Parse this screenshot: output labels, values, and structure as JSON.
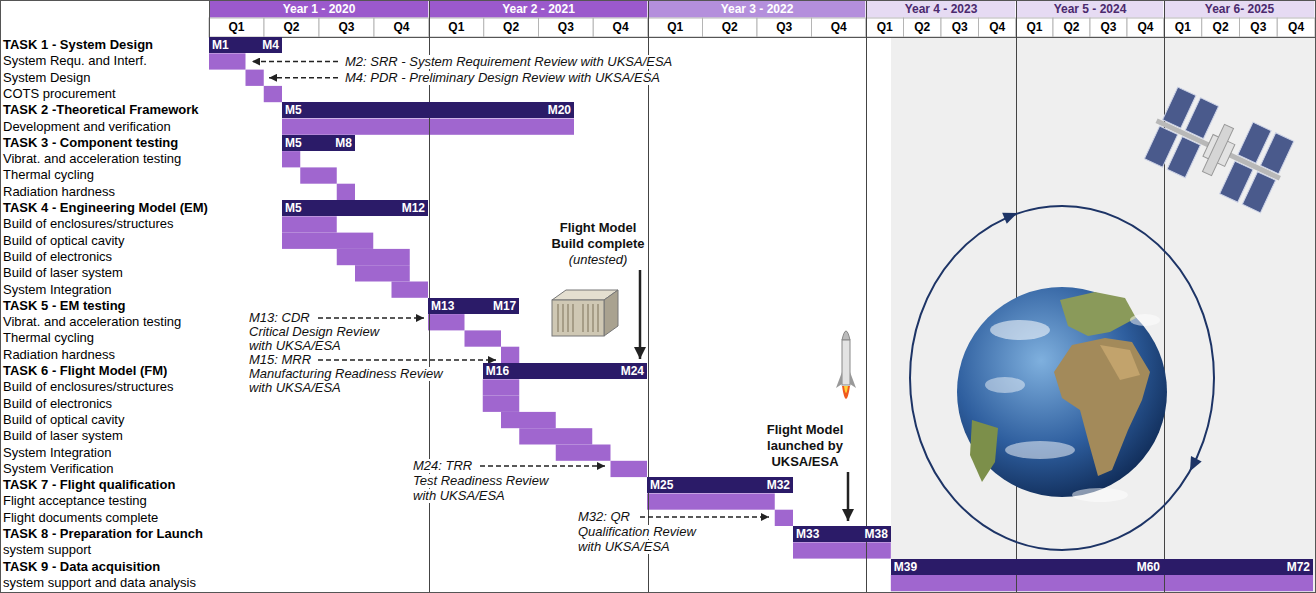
{
  "diagram": {
    "nodes": [
      {
        "text": [
          "M1",
          "M4"
        ]
      },
      {
        "text": [
          "M5",
          "M20"
        ]
      },
      {
        "text": [
          "M5",
          "M8"
        ]
      },
      {
        "text": [
          "M5",
          "M12"
        ]
      },
      {
        "text": [
          "M13",
          "M17"
        ]
      },
      {
        "text": [
          "M16",
          "M24"
        ]
      },
      {
        "text": [
          "M25",
          "M32"
        ]
      },
      {
        "text": [
          "M33",
          "M38"
        ]
      },
      {
        "text": [
          "M39",
          "M60",
          "M72"
        ]
      }
    ],
    "labels": [
      "Year 1 - 2020",
      "Year 2 - 2021",
      "Year 3 - 2022",
      "Year 4 - 2023",
      "Year 5 - 2024",
      "Year 6- 2025",
      "Q1",
      "Q2",
      "Q3",
      "Q4",
      "Q1",
      "Q2",
      "Q3",
      "Q4",
      "Q1",
      "Q2",
      "Q3",
      "Q4",
      "Q1",
      "Q2",
      "Q3",
      "Q4",
      "Q1",
      "Q2",
      "Q3",
      "Q4",
      "Q1",
      "Q2",
      "Q3",
      "Q4",
      "TASK 1 - System Design",
      "System Requ. and Interf.",
      "System Design",
      "COTS procurement",
      "TASK 2 -Theoretical Framework",
      "Development and verification",
      "TASK 3 - Component testing",
      "Vibrat. and acceleration testing",
      "Thermal cycling",
      "Radiation hardness",
      "TASK 4 - Engineering Model (EM)",
      "Build of enclosures/structures",
      "Build of optical cavity",
      "Build of electronics",
      "Build of laser system",
      "System Integration",
      "TASK 5 - EM testing",
      "Vibrat. and acceleration testing",
      "Thermal cycling",
      "Radiation hardness",
      "TASK 6 - Flight Model (FM)",
      "Build of enclosures/structures",
      "Build of electronics",
      "Build of optical cavity",
      "Build of laser system",
      "System Integration",
      "System Verification",
      "TASK 7 - Flight qualification",
      "Flight acceptance testing",
      "Flight documents complete",
      "TASK 8 - Preparation for Launch",
      "system support",
      "TASK 9 - Data acquisition",
      "system support and data analysis",
      "M2: SRR - System Requirement Review with UKSA/ESA",
      "M4: PDR - Preliminary Design Review with UKSA/ESA",
      "Flight Model",
      "Build complete",
      "(untested)",
      "M13: CDR",
      "Critical Design Review",
      "with UKSA/ESA",
      "M15: MRR",
      "Manufacturing Readiness Review",
      "with UKSA/ESA",
      "Flight Model",
      "launched by",
      "UKSA/ESA",
      "M24: TRR",
      "Test Readiness Review",
      "with UKSA/ESA",
      "M32: QR",
      "Qualification Review",
      "with UKSA/ESA"
    ]
  }
}
